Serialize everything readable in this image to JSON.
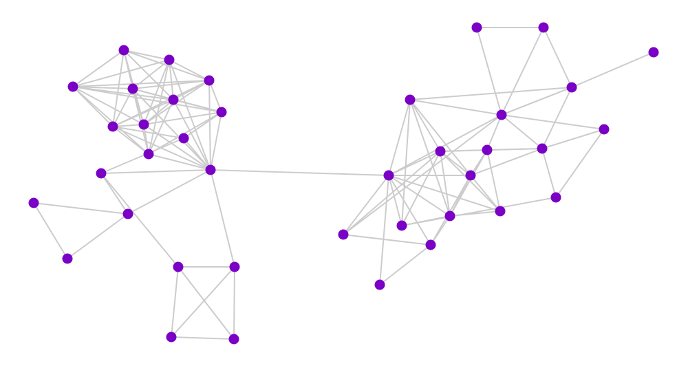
{
  "graph": {
    "node_color": "#7b00c6",
    "edge_color": "#cccccc",
    "nodes": [
      "n1",
      "n2",
      "n3",
      "n4",
      "n5",
      "n6",
      "n7",
      "n8",
      "n9",
      "n10",
      "n11",
      "n12",
      "n13",
      "n14",
      "n15",
      "n16",
      "n17",
      "n18",
      "n19",
      "n20",
      "n21",
      "n22",
      "n23",
      "n24",
      "n25",
      "n26",
      "n27",
      "n28",
      "n29",
      "n30",
      "n31",
      "n32",
      "n33",
      "n34",
      "n35",
      "n36",
      "n37",
      "n38"
    ],
    "edges": [
      [
        "n1",
        "n2"
      ],
      [
        "n1",
        "n3"
      ],
      [
        "n1",
        "n4"
      ],
      [
        "n1",
        "n5"
      ],
      [
        "n1",
        "n6"
      ],
      [
        "n1",
        "n7"
      ],
      [
        "n1",
        "n9"
      ],
      [
        "n2",
        "n3"
      ],
      [
        "n2",
        "n4"
      ],
      [
        "n2",
        "n5"
      ],
      [
        "n2",
        "n6"
      ],
      [
        "n2",
        "n7"
      ],
      [
        "n2",
        "n10"
      ],
      [
        "n2",
        "n11"
      ],
      [
        "n3",
        "n4"
      ],
      [
        "n3",
        "n5"
      ],
      [
        "n3",
        "n6"
      ],
      [
        "n3",
        "n7"
      ],
      [
        "n3",
        "n8"
      ],
      [
        "n3",
        "n9"
      ],
      [
        "n3",
        "n10"
      ],
      [
        "n4",
        "n5"
      ],
      [
        "n4",
        "n6"
      ],
      [
        "n4",
        "n7"
      ],
      [
        "n4",
        "n8"
      ],
      [
        "n4",
        "n9"
      ],
      [
        "n4",
        "n10"
      ],
      [
        "n4",
        "n11"
      ],
      [
        "n5",
        "n6"
      ],
      [
        "n5",
        "n7"
      ],
      [
        "n5",
        "n8"
      ],
      [
        "n5",
        "n9"
      ],
      [
        "n5",
        "n11"
      ],
      [
        "n6",
        "n7"
      ],
      [
        "n6",
        "n8"
      ],
      [
        "n6",
        "n9"
      ],
      [
        "n6",
        "n10"
      ],
      [
        "n6",
        "n11"
      ],
      [
        "n7",
        "n8"
      ],
      [
        "n7",
        "n9"
      ],
      [
        "n7",
        "n10"
      ],
      [
        "n7",
        "n11"
      ],
      [
        "n8",
        "n10"
      ],
      [
        "n8",
        "n11"
      ],
      [
        "n8",
        "n12"
      ],
      [
        "n9",
        "n10"
      ],
      [
        "n9",
        "n11"
      ],
      [
        "n9",
        "n12"
      ],
      [
        "n10",
        "n11"
      ],
      [
        "n11",
        "n12"
      ],
      [
        "n11",
        "n13"
      ],
      [
        "n12",
        "n13"
      ],
      [
        "n11",
        "n14"
      ],
      [
        "n13",
        "n14"
      ],
      [
        "n14",
        "n15"
      ],
      [
        "n14",
        "n16"
      ],
      [
        "n15",
        "n16"
      ],
      [
        "n13",
        "n17"
      ],
      [
        "n11",
        "n18"
      ],
      [
        "n17",
        "n18"
      ],
      [
        "n17",
        "n19"
      ],
      [
        "n17",
        "n20"
      ],
      [
        "n18",
        "n19"
      ],
      [
        "n18",
        "n20"
      ],
      [
        "n19",
        "n20"
      ],
      [
        "n11",
        "n21"
      ],
      [
        "n21",
        "n22"
      ],
      [
        "n21",
        "n23"
      ],
      [
        "n21",
        "n24"
      ],
      [
        "n21",
        "n25"
      ],
      [
        "n21",
        "n26"
      ],
      [
        "n21",
        "n27"
      ],
      [
        "n21",
        "n28"
      ],
      [
        "n21",
        "n29"
      ],
      [
        "n21",
        "n32"
      ],
      [
        "n21",
        "n33"
      ],
      [
        "n22",
        "n24"
      ],
      [
        "n22",
        "n25"
      ],
      [
        "n22",
        "n26"
      ],
      [
        "n22",
        "n27"
      ],
      [
        "n22",
        "n29"
      ],
      [
        "n22",
        "n30"
      ],
      [
        "n23",
        "n24"
      ],
      [
        "n23",
        "n28"
      ],
      [
        "n23",
        "n29"
      ],
      [
        "n24",
        "n25"
      ],
      [
        "n24",
        "n26"
      ],
      [
        "n24",
        "n27"
      ],
      [
        "n24",
        "n31"
      ],
      [
        "n24",
        "n32"
      ],
      [
        "n24",
        "n34"
      ],
      [
        "n25",
        "n26"
      ],
      [
        "n25",
        "n28"
      ],
      [
        "n25",
        "n31"
      ],
      [
        "n25",
        "n32"
      ],
      [
        "n25",
        "n34"
      ],
      [
        "n26",
        "n27"
      ],
      [
        "n26",
        "n28"
      ],
      [
        "n26",
        "n31"
      ],
      [
        "n26",
        "n32"
      ],
      [
        "n27",
        "n35"
      ],
      [
        "n28",
        "n33"
      ],
      [
        "n29",
        "n30"
      ],
      [
        "n29",
        "n31"
      ],
      [
        "n29",
        "n34"
      ],
      [
        "n29",
        "n37"
      ],
      [
        "n31",
        "n32"
      ],
      [
        "n31",
        "n34"
      ],
      [
        "n32",
        "n37"
      ],
      [
        "n34",
        "n35"
      ],
      [
        "n34",
        "n36"
      ],
      [
        "n35",
        "n36"
      ],
      [
        "n37",
        "n38"
      ]
    ]
  }
}
